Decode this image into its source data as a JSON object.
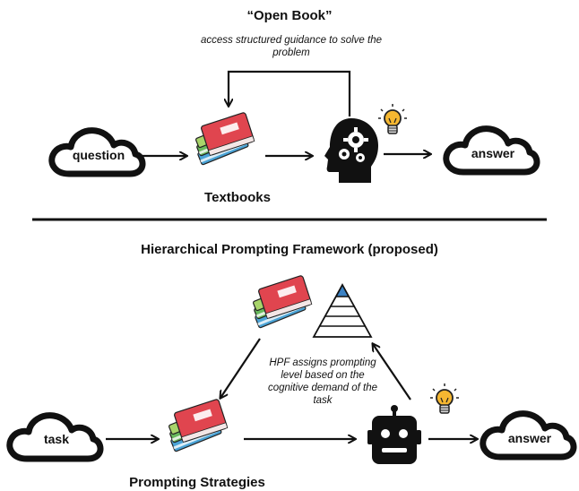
{
  "top": {
    "title": "“Open Book”",
    "guidance_text": "access structured guidance to solve the problem",
    "question_label": "question",
    "answer_label": "answer",
    "textbooks_label": "Textbooks"
  },
  "bottom": {
    "title": "Hierarchical Prompting Framework (proposed)",
    "task_label": "task",
    "answer_label": "answer",
    "strategies_label": "Prompting Strategies",
    "hpf_text": "HPF assigns prompting level based on the cognitive demand of the task"
  },
  "colors": {
    "book_red": "#e0454f",
    "book_green": "#68b85c",
    "book_blue": "#4aa3d6",
    "bulb_yellow": "#f5b731",
    "pyramid_blue": "#3b82c4",
    "stroke": "#111111"
  },
  "icons": [
    "cloud-icon",
    "books-icon",
    "head-gears-icon",
    "lightbulb-icon",
    "pyramid-icon",
    "robot-icon",
    "arrow-icon"
  ]
}
